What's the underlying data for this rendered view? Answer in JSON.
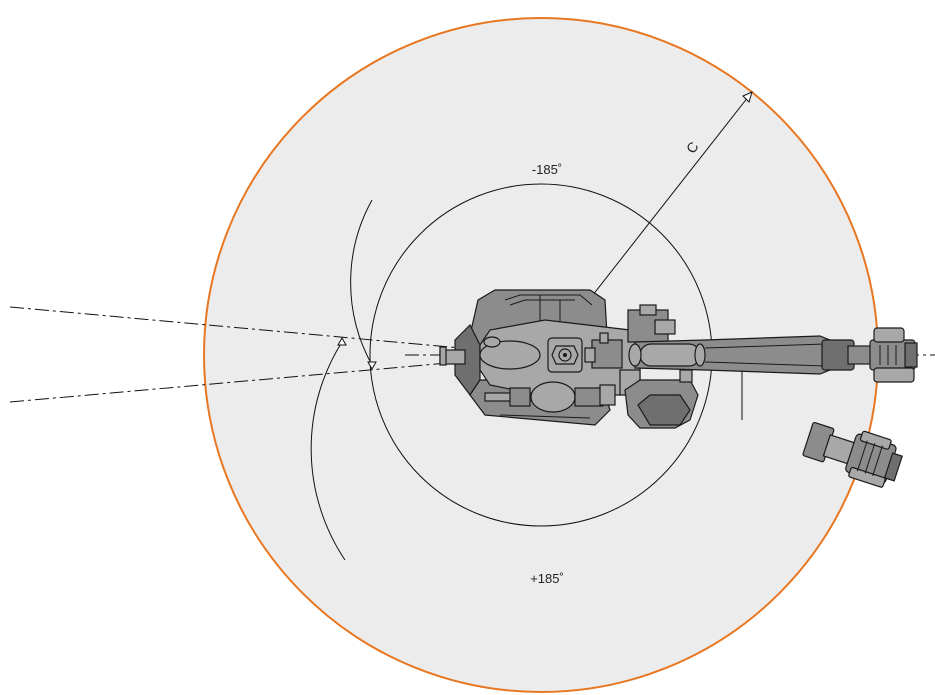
{
  "diagram": {
    "label_top_angle": "-185˚",
    "label_bottom_angle": "+185˚",
    "label_radius": "C",
    "colors": {
      "outer_boundary": "#e87722",
      "work_area_fill": "#ececec",
      "robot_body": "#8c8c8c",
      "robot_outline": "#1a1a1a"
    }
  }
}
